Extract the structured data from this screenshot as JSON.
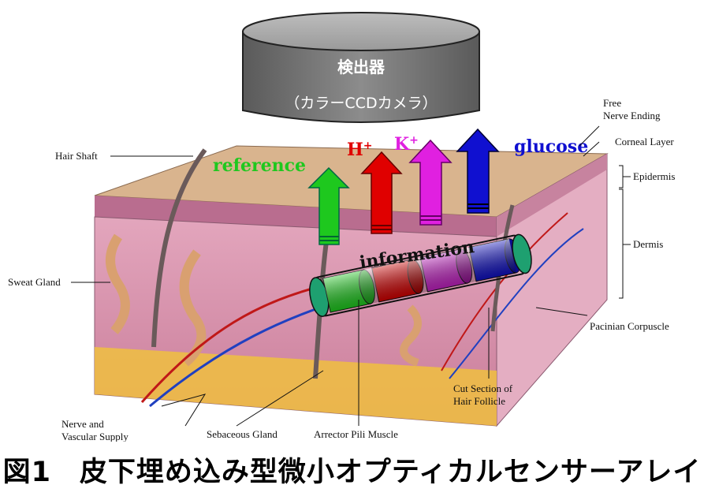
{
  "detector": {
    "title": "検出器",
    "subtitle": "（カラーCCDカメラ）"
  },
  "signals": {
    "reference": "reference",
    "h": "H",
    "k": "K",
    "plus": "+",
    "glucose": "glucose",
    "information": "information"
  },
  "labels": {
    "hair_shaft": "Hair Shaft",
    "sweat_gland": "Sweat Gland",
    "nerve_vascular_1": "Nerve and",
    "nerve_vascular_2": "Vascular Supply",
    "sebaceous_gland": "Sebaceous Gland",
    "arrector_pili": "Arrector Pili Muscle",
    "cut_section_1": "Cut Section of",
    "cut_section_2": "Hair Follicle",
    "pacinian": "Pacinian Corpuscle",
    "free_nerve_1": "Free",
    "free_nerve_2": "Nerve Ending",
    "corneal": "Corneal Layer",
    "epidermis": "Epidermis",
    "dermis": "Dermis"
  },
  "caption": "図1　皮下埋め込み型微小オプティカルセンサーアレイ",
  "colors": {
    "reference": "#1ec81e",
    "h": "#e00000",
    "k": "#e020e0",
    "glucose": "#1010d0",
    "detector": "#8a8a8a",
    "skin_dermis": "#d890a8",
    "fat": "#f0c040"
  }
}
